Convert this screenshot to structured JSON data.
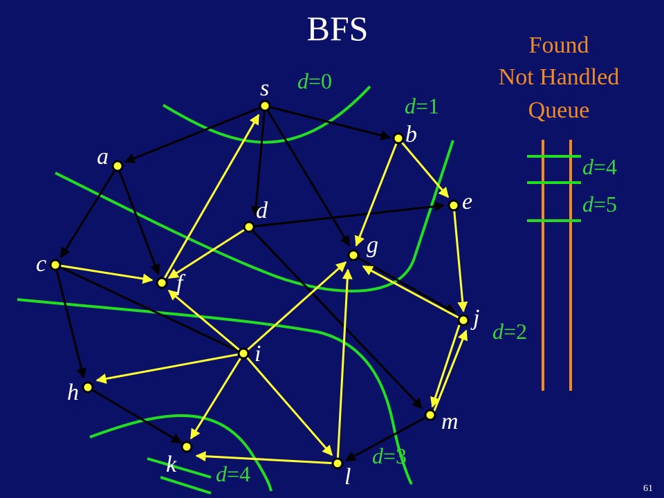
{
  "title": "BFS",
  "legend": {
    "lines": [
      "Found",
      "Not Handled",
      "Queue"
    ]
  },
  "queue_labels": [
    {
      "var": "d",
      "eq": "=4"
    },
    {
      "var": "d",
      "eq": "=5"
    }
  ],
  "nodes": {
    "s": "s",
    "a": "a",
    "b": "b",
    "c": "c",
    "d": "d",
    "e": "e",
    "f": "f",
    "g": "g",
    "h": "h",
    "i": "i",
    "j": "j",
    "k": "k",
    "l": "l",
    "m": "m"
  },
  "level_labels": [
    {
      "var": "d",
      "eq": "=0"
    },
    {
      "var": "d",
      "eq": "=1"
    },
    {
      "var": "d",
      "eq": "=2"
    },
    {
      "var": "d",
      "eq": "=3"
    },
    {
      "var": "d",
      "eq": "=4"
    }
  ],
  "page_number": "61",
  "colors": {
    "background": "#0b1166",
    "tree_edge": "#ffff33",
    "other_edge": "#000000",
    "frontier": "#22dd22",
    "queue": "#f08c28",
    "node_fill": "#ffff33"
  }
}
